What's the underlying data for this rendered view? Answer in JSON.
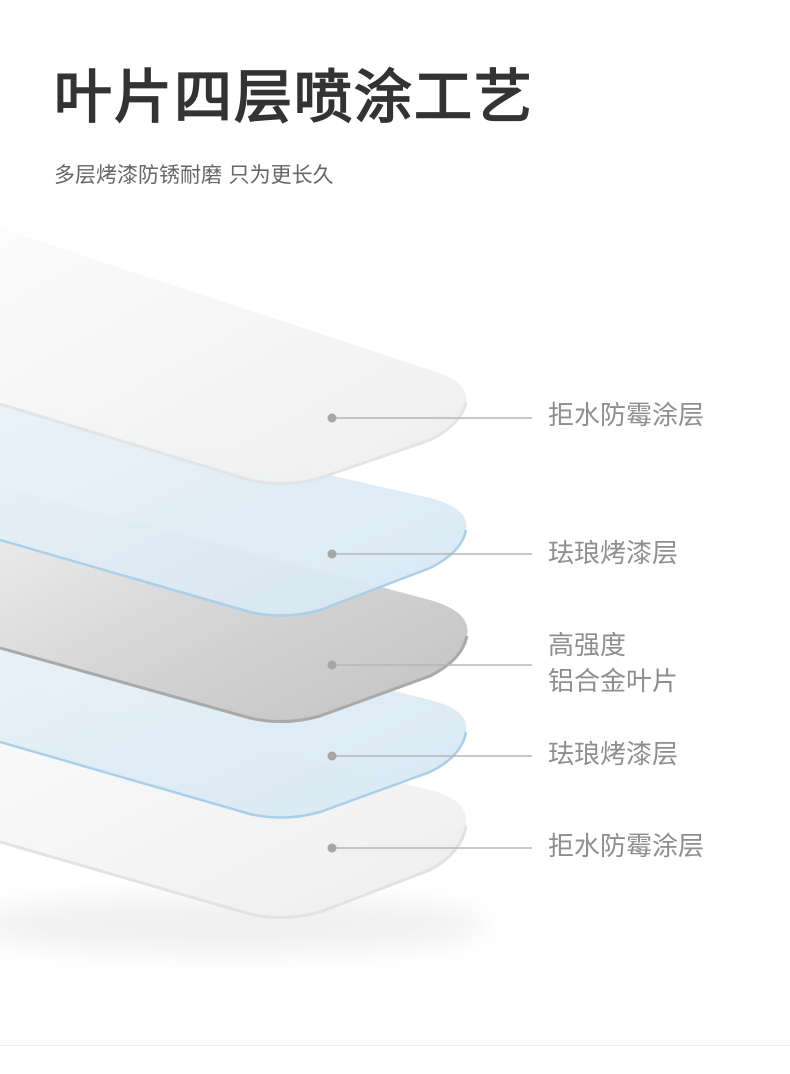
{
  "header": {
    "title": "叶片四层喷涂工艺",
    "subtitle": "多层烤漆防锈耐磨 只为更长久"
  },
  "layers": [
    {
      "label": "拒水防霉涂层",
      "kind": "white-coating"
    },
    {
      "label": "珐琅烤漆层",
      "kind": "blue-enamel"
    },
    {
      "label_line1": "高强度",
      "label_line2": "铝合金叶片",
      "kind": "aluminum-blade"
    },
    {
      "label": "珐琅烤漆层",
      "kind": "blue-enamel"
    },
    {
      "label": "拒水防霉涂层",
      "kind": "white-coating"
    }
  ],
  "colors": {
    "title": "#333333",
    "subtitle": "#666666",
    "label": "#8e8e8e",
    "leader_line": "#b5b5b5",
    "white_coating": "#f4f4f4",
    "blue_enamel": "#dbe9f3",
    "blue_edge": "#9cc8e6",
    "aluminum": "#d9d9d9"
  }
}
